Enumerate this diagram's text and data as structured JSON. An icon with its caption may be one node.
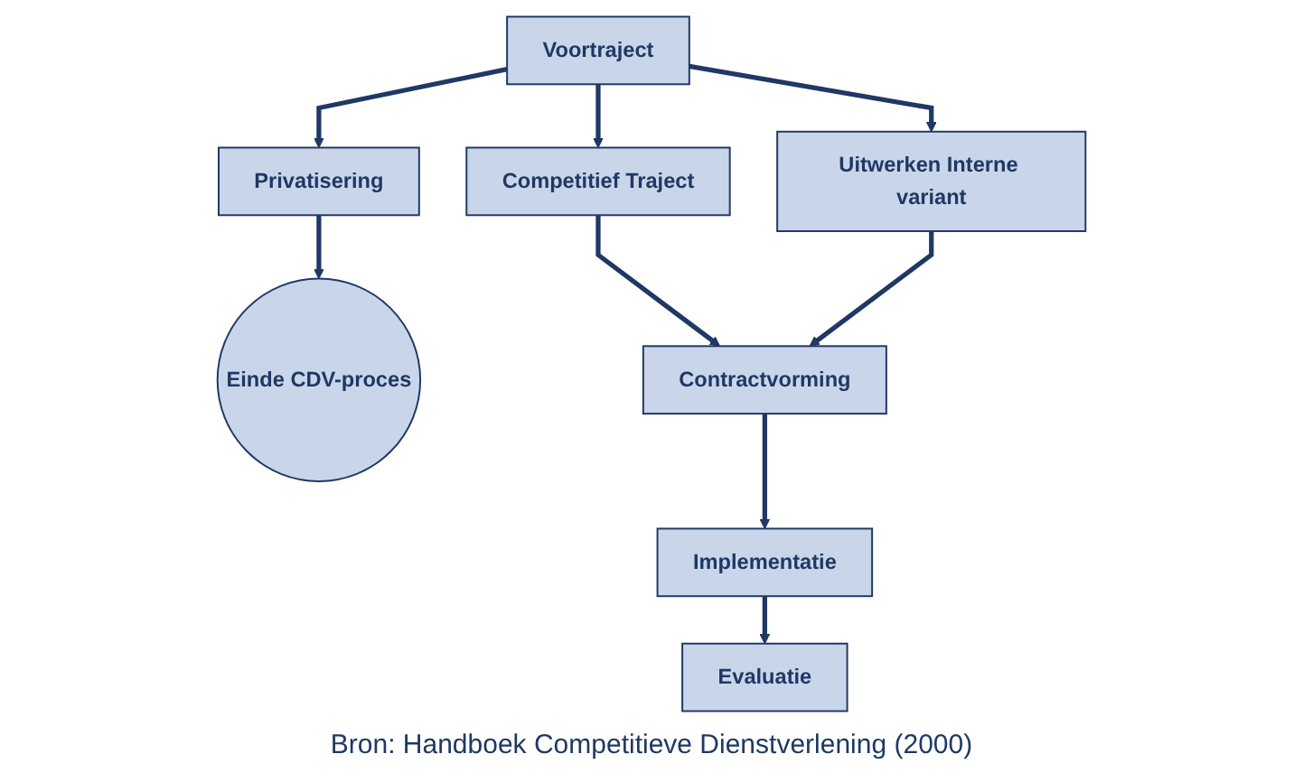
{
  "diagram": {
    "caption": "Bron: Handboek Competitieve Dienstverlening (2000)",
    "nodes": [
      {
        "text": [
          "Voortraject"
        ]
      },
      {
        "text": [
          "Privatisering"
        ]
      },
      {
        "text": [
          "Competitief Traject"
        ]
      },
      {
        "text": [
          "Uitwerken Interne variant"
        ]
      },
      {
        "text": [
          "Einde CDV-proces"
        ]
      },
      {
        "text": [
          "Contractvorming"
        ]
      },
      {
        "text": [
          "Implementatie"
        ]
      },
      {
        "text": [
          "Evaluatie"
        ]
      }
    ],
    "edges": [
      {
        "from": 0,
        "to": 1,
        "arrow": "to"
      },
      {
        "from": 0,
        "to": 2,
        "arrow": "to"
      },
      {
        "from": 0,
        "to": 3,
        "arrow": "to"
      },
      {
        "from": 1,
        "to": 4,
        "arrow": "to"
      },
      {
        "from": 2,
        "to": 5,
        "arrow": "to"
      },
      {
        "from": 3,
        "to": 5,
        "arrow": "to"
      },
      {
        "from": 5,
        "to": 6,
        "arrow": "to"
      },
      {
        "from": 6,
        "to": 7,
        "arrow": "to"
      }
    ]
  }
}
